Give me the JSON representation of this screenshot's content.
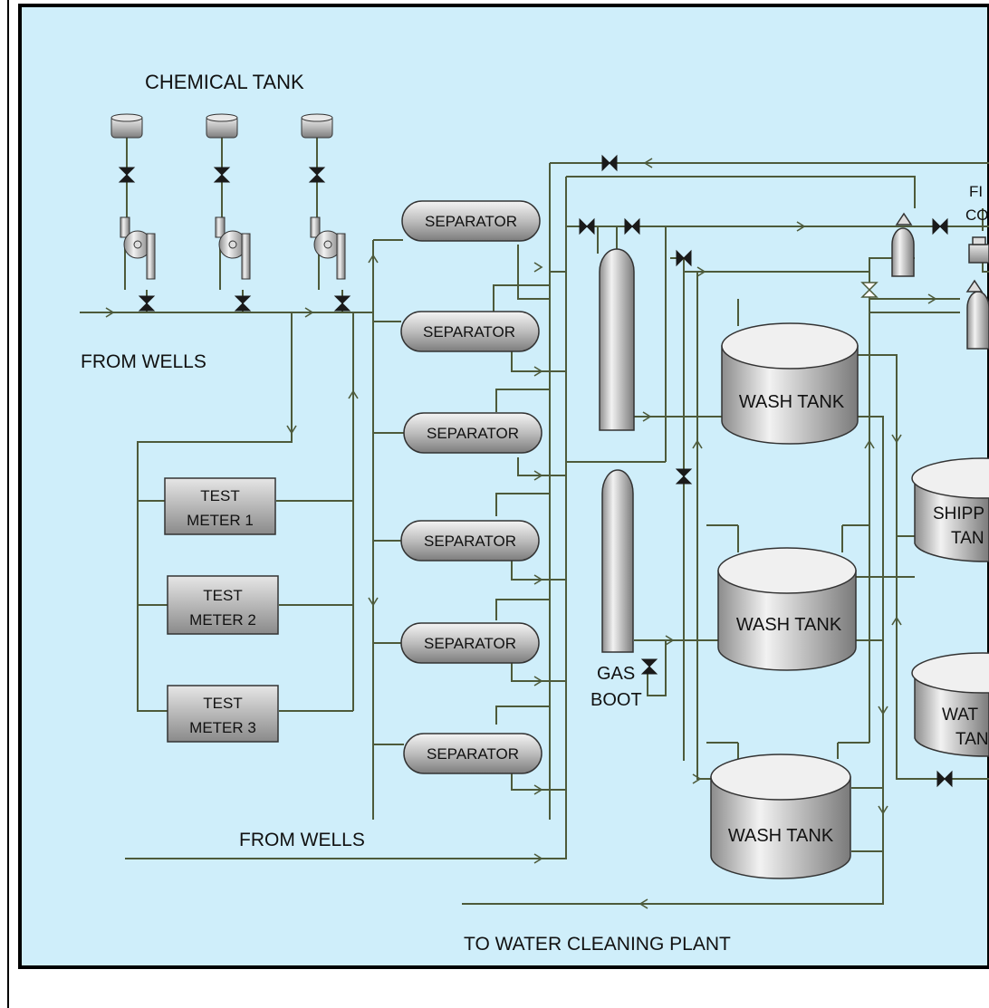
{
  "labels": {
    "chemical_tank": "CHEMICAL TANK",
    "from_wells_top": "FROM WELLS",
    "from_wells_bottom": "FROM WELLS",
    "to_water_cleaning": "TO WATER CLEANING PLANT",
    "gas_boot_1": "GAS",
    "gas_boot_2": "BOOT",
    "fi_partial": "FI",
    "co_partial": "CO",
    "shipping_1": "SHIPP",
    "shipping_2": "TAN",
    "water_1": "WAT",
    "water_2": "TAN"
  },
  "separators": [
    "SEPARATOR",
    "SEPARATOR",
    "SEPARATOR",
    "SEPARATOR",
    "SEPARATOR",
    "SEPARATOR"
  ],
  "test_meters": [
    {
      "line1": "TEST",
      "line2": "METER 1"
    },
    {
      "line1": "TEST",
      "line2": "METER 2"
    },
    {
      "line1": "TEST",
      "line2": "METER 3"
    }
  ],
  "wash_tanks": [
    "WASH TANK",
    "WASH TANK",
    "WASH TANK"
  ],
  "colors": {
    "background": "#cfeefa",
    "pipe": "#4d5a3a",
    "equipment_fill": "#b8b8b8",
    "frame": "#000000"
  }
}
